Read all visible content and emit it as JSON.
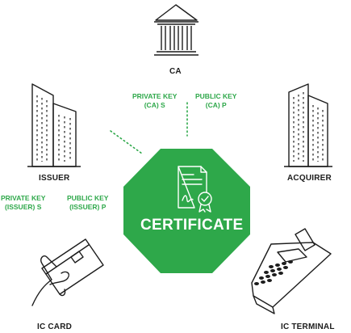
{
  "colors": {
    "accent": "#2ea84a",
    "line": "#1c1c1c",
    "text": "#1c1c1c"
  },
  "nodes": {
    "ca": "CA",
    "issuer": "ISSUER",
    "acquirer": "ACQUIRER",
    "ic_card": "IC CARD",
    "ic_terminal": "IC TERMINAL"
  },
  "keys": {
    "ca_private": [
      "PRIVATE KEY",
      "(CA) S"
    ],
    "ca_public": [
      "PUBLIC KEY",
      "(CA) P"
    ],
    "issuer_private": [
      "PRIVATE KEY",
      "(ISSUER) S"
    ],
    "issuer_public": [
      "PUBLIC KEY",
      "(ISSUER) P"
    ]
  },
  "center": {
    "label": "CERTIFICATE",
    "icon": "certificate-document-icon"
  },
  "icons": {
    "ca": "bank-building-icon",
    "issuer": "office-buildings-icon",
    "acquirer": "office-buildings-icon",
    "ic_card": "hand-holding-card-icon",
    "ic_terminal": "payment-terminal-icon"
  }
}
